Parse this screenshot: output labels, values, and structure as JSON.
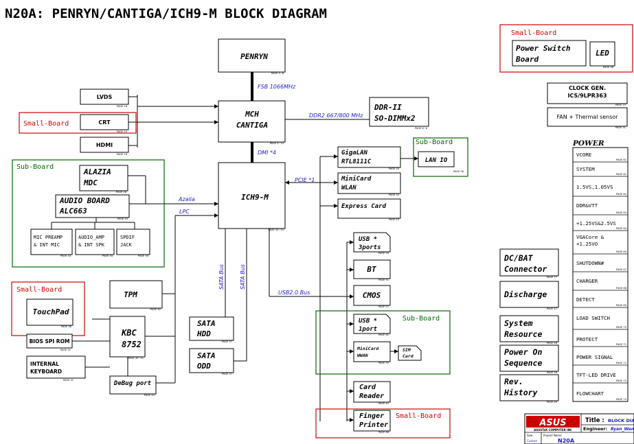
{
  "title": "N20A: PENRYN/CANTIGA/ICH9-M BLOCK DIAGRAM",
  "colors": {
    "small_board": "#d00000",
    "sub_board": "#006600",
    "bus_label": "#1a1acc",
    "logo_red": "#cc0000"
  },
  "labels": {
    "small_board": "Small-Board",
    "sub_board": "Sub-Board"
  },
  "buses": {
    "fsb": "FSB 1066MHz",
    "ddr2": "DDR2 667/800 MHz",
    "dmi": "DMI *4",
    "pcie": "PCIE *1",
    "azalia": "Azalia",
    "lpc": "LPC",
    "usb2": "USB2.0 Bus",
    "sata_bus": "SATA Bus"
  },
  "blocks": {
    "penryn": "PENRYN",
    "mch": [
      "MCH",
      "CANTIGA"
    ],
    "ddr": [
      "DDR-II",
      "SO-DIMMx2"
    ],
    "lvds": "LVDS",
    "crt": "CRT",
    "hdmi": "HDMI",
    "ich": "ICH9-M",
    "alazia": [
      "ALAZIA",
      "MDC"
    ],
    "audio": [
      "AUDIO BOARD",
      "ALC663"
    ],
    "mic": [
      "MIC PREAMP",
      "& INT MIC"
    ],
    "amp": [
      "AUDIO_AMP",
      "& INT SPK"
    ],
    "spdif": [
      "SPDIF",
      "JACK"
    ],
    "gigalan": [
      "GigaLAN",
      "RTL8111C"
    ],
    "lanio": "LAN IO",
    "minicard_wlan": [
      "MiniCard",
      "WLAN"
    ],
    "express": "Express Card",
    "usb3": [
      "USB *",
      "3ports"
    ],
    "bt": "BT",
    "cmos": "CMOS",
    "usb1": [
      "USB *",
      "1port"
    ],
    "minicard_wwan": [
      "MiniCard",
      "WWAN"
    ],
    "sim": [
      "SIM",
      "Card"
    ],
    "card_reader": [
      "Card",
      "Reader"
    ],
    "finger": [
      "Finger",
      "Printer"
    ],
    "tpm": "TPM",
    "touchpad": "TouchPad",
    "kbc": [
      "KBC",
      "8752"
    ],
    "bios": "BIOS SPI ROM",
    "keyboard": [
      "INTERNAL",
      "KEYBOARD"
    ],
    "debug": "DeBug port",
    "sata_hdd": [
      "SATA",
      "HDD"
    ],
    "sata_odd": [
      "SATA",
      "ODD"
    ],
    "power_switch": [
      "Power Switch",
      "Board"
    ],
    "led": "LED",
    "clock": [
      "CLOCK GEN.",
      "ICS/9LPR363"
    ],
    "fan": "FAN + Thermal sensor",
    "dcbat": [
      "DC/BAT",
      "Connector"
    ],
    "discharge": "Discharge",
    "sysres": [
      "System",
      "Resource"
    ],
    "poweron": [
      "Power On",
      "Sequence"
    ],
    "rev": [
      "Rev.",
      "History"
    ]
  },
  "power": {
    "heading": "POWER",
    "items": [
      "VCORE",
      "SYSTEM",
      "1.5VS,1.05VS",
      "DDR&VTT",
      "+1.25VS&2.5VS",
      "VGACore &",
      "+1.25VO",
      "SHUTDOWN#",
      "CHARGER",
      "DETECT",
      "LOAD SWITCH",
      "PROTECT",
      "POWER SIGNAL",
      "TFT-LED DRIVE",
      "FLOWCHART"
    ]
  },
  "page_refs": {
    "penryn": "PAGE 3~6",
    "mch": "PAGE 9~14",
    "ddr": "PAGE 6~8",
    "lvds": "PAGE 18",
    "crt": "PAGE 19",
    "hdmi": "PAGE 18",
    "ich": "PAGE 20~24",
    "alazia": "PAGE 28",
    "audio": "PAGE 33",
    "mic": "PAGE 33",
    "amp": "PAGE 34",
    "spdif": "PAGE 34",
    "gigalan": "PAGE 33",
    "lanio": "PAGE 56",
    "minicard_wlan": "PAGE 32",
    "express": "PAGE 43",
    "usb3": "PAGE 50",
    "bt": "PAGE 51",
    "cmos": "PAGE 57",
    "usb1": "PAGE 62",
    "minicard_wwan": "PAGE 32",
    "card_reader": "PAGE 42",
    "finger": "PAGE 66",
    "tpm": "PAGE 62",
    "touchpad": "PAGE 38",
    "kbc": "PAGE 30~31",
    "bios": "PAGE 31",
    "keyboard": "PAGE 31",
    "debug": "PAGE 44",
    "sata_hdd": "PAGE 37",
    "sata_odd": "PAGE 37",
    "led": "PAGE 38",
    "clock": "PAGE 15",
    "fan": "PAGE 31",
    "dcbat": "PAGE 77",
    "discharge": "PAGE 57",
    "sysres": "PAGE 48",
    "poweron": "PAGE 58",
    "rev": "PAGE 69",
    "power": [
      "PAGE 61",
      "PAGE 61",
      "PAGE 62",
      "PAGE 63",
      "PAGE 64",
      "PAGE 65",
      "PAGE 67",
      "PAGE 68",
      "PAGE 69",
      "PAGE 70",
      "PAGE 71",
      "PAGE 72",
      "PAGE 73",
      "PAGE 74"
    ]
  },
  "title_block": {
    "logo": "ASUS",
    "company": "ASUSTeK COMPUTER INC",
    "title_label": "Title :",
    "title_value": "BLOCK DIA",
    "engineer_label": "Engineer:",
    "engineer_value": "Ryan_Wan",
    "size_label": "Size",
    "size_value": "Custom",
    "project_label": "Project Name",
    "project_value": "N20A"
  }
}
